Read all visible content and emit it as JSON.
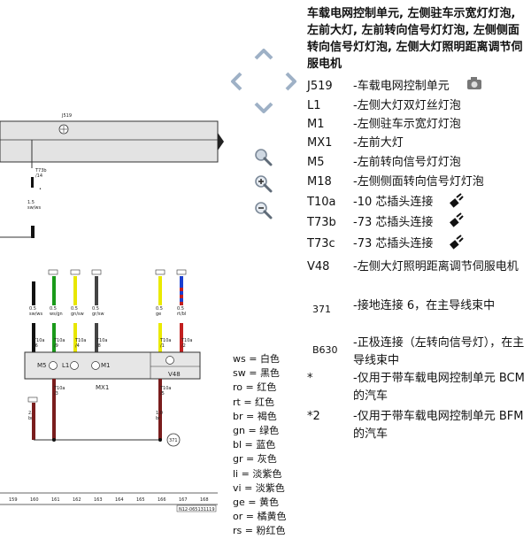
{
  "legend": {
    "title": "车载电网控制单元, 左侧驻车示宽灯灯泡, 左前大灯, 左前转向信号灯灯泡, 左侧侧面转向信号灯灯泡, 左侧大灯照明距离调节伺服电机",
    "items": [
      {
        "code": "J519",
        "desc": "-车载电网控制单元"
      },
      {
        "code": "L1",
        "desc": "-左侧大灯双灯丝灯泡"
      },
      {
        "code": "M1",
        "desc": "-左侧驻车示宽灯灯泡"
      },
      {
        "code": "MX1",
        "desc": "-左前大灯"
      },
      {
        "code": "M5",
        "desc": "-左前转向信号灯灯泡"
      },
      {
        "code": "M18",
        "desc": "-左侧侧面转向信号灯灯泡"
      },
      {
        "code": "T10a",
        "desc": "-10 芯插头连接"
      },
      {
        "code": "T73b",
        "desc": "-73 芯插头连接"
      },
      {
        "code": "T73c",
        "desc": "-73 芯插头连接"
      },
      {
        "code": "V48",
        "desc": "-左侧大灯照明距离调节伺服电机"
      },
      {
        "code": "371",
        "desc": "-接地连接 6，在主导线束中"
      },
      {
        "code": "B630",
        "desc": "-正极连接（左转向信号灯），在主导线束中"
      },
      {
        "code": "*",
        "desc": "-仅用于带车载电网控制单元 BCM 的汽车"
      },
      {
        "code": "*2",
        "desc": "-仅用于带车载电网控制单元 BFM 的汽车"
      }
    ]
  },
  "colors": [
    "ws = 白色",
    "sw = 黑色",
    "ro = 红色",
    "rt = 红色",
    "br = 褐色",
    "gn = 绿色",
    "bl = 蓝色",
    "gr = 灰色",
    "li = 淡紫色",
    "vi = 淡紫色",
    "ge = 黄色",
    "or = 橘黄色",
    "rs = 粉红色"
  ],
  "diagram": {
    "unit_label": "J519",
    "connector_top": "T73b\n/14",
    "wire_left": "1.5\nsw/ws",
    "wires": [
      {
        "spec": "0.5\nsw/ws",
        "pin": "T10a\n/6"
      },
      {
        "spec": "0.5\nws/gn",
        "pin": "T10a\n/9"
      },
      {
        "spec": "0.5\ngn/sw",
        "pin": "T10a\n/4"
      },
      {
        "spec": "0.5\ngr/sw",
        "pin": "T10a\n/8"
      },
      {
        "spec": "0.5\nge",
        "pin": "T10a\n/1"
      },
      {
        "spec": "0.5\nrt/bl",
        "pin": "T10a\n/2"
      }
    ],
    "device_label": "MX1",
    "bulb_labels": [
      "M5",
      "L1",
      "M1"
    ],
    "motor_label": "V48",
    "lower_pins": [
      "T10a\n/3",
      "T10a\n/5"
    ],
    "lower_specs": [
      "2.5\nbr",
      "1.0\nbr"
    ],
    "ground_label": "371",
    "bottom_numbers": [
      "159",
      "160",
      "161",
      "162",
      "163",
      "164",
      "165",
      "166",
      "167",
      "168"
    ],
    "doc_id": "N12-065131119"
  }
}
